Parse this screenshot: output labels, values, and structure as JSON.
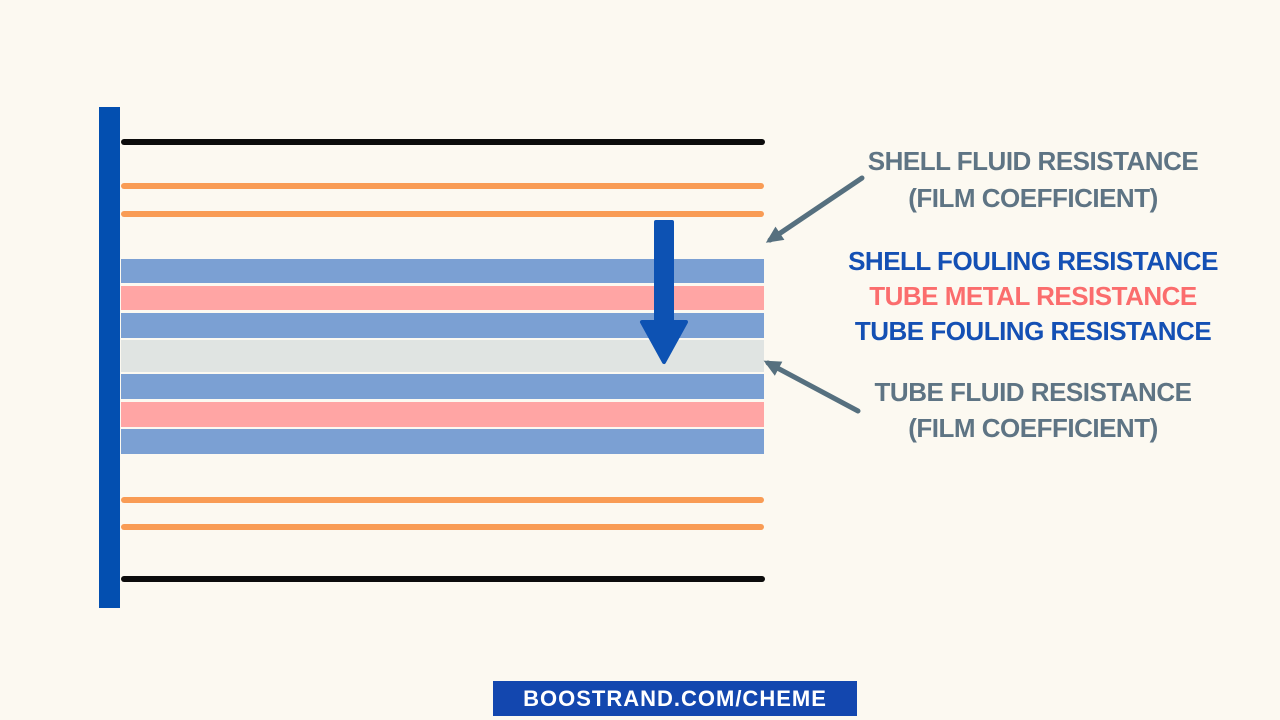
{
  "colors": {
    "background": "#FCF9F1",
    "bar_blue": "#034FB0",
    "arrow_blue": "#0D52B3",
    "band_blue": "#7BA0D3",
    "band_salmon": "#FFA5A4",
    "band_gray": "#E0E4E2",
    "line_black": "#0C0C0C",
    "line_orange": "#F99C55",
    "slate_arrow": "#56707F",
    "slate_text": "#5E7484",
    "text_blue": "#1450B4",
    "text_salmon": "#FB6D6D",
    "footer_bg": "#1347AF",
    "footer_text": "#FFFFFF"
  },
  "labels": {
    "shell_fluid_line1": "SHELL FLUID RESISTANCE",
    "shell_fluid_line2": "(FILM COEFFICIENT)",
    "shell_fouling": "SHELL FOULING RESISTANCE",
    "tube_metal": "TUBE METAL RESISTANCE",
    "tube_fouling": "TUBE FOULING RESISTANCE",
    "tube_fluid_line1": "TUBE FLUID RESISTANCE",
    "tube_fluid_line2": "(FILM COEFFICIENT)"
  },
  "footer": {
    "text": "BOOSTRAND.COM/CHEME"
  }
}
